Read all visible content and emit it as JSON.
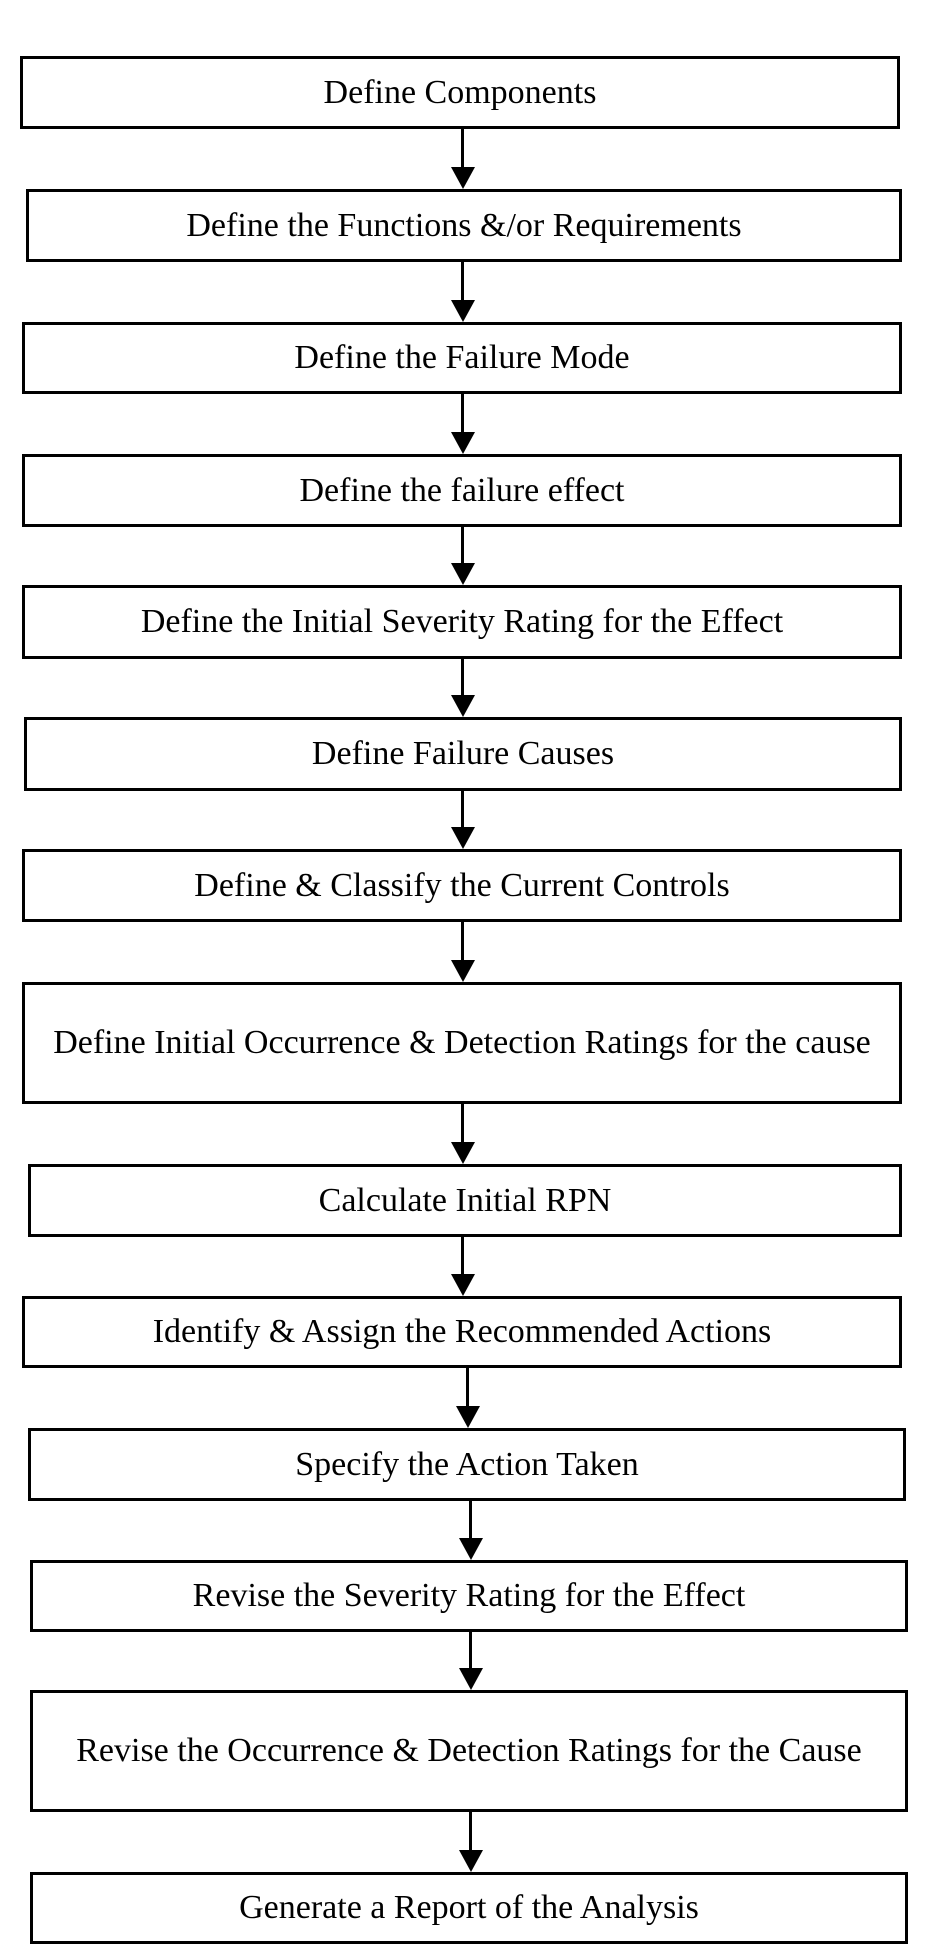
{
  "steps": [
    {
      "label": "Define Components"
    },
    {
      "label": "Define the Functions &/or Requirements"
    },
    {
      "label": "Define the Failure Mode"
    },
    {
      "label": "Define the failure effect"
    },
    {
      "label": "Define the Initial Severity Rating for the Effect"
    },
    {
      "label": "Define Failure Causes"
    },
    {
      "label": "Define & Classify the Current Controls"
    },
    {
      "label": "Define Initial Occurrence & Detection Ratings for the cause"
    },
    {
      "label": "Calculate Initial RPN"
    },
    {
      "label": "Identify & Assign the Recommended Actions"
    },
    {
      "label": "Specify the Action Taken"
    },
    {
      "label": "Revise the Severity Rating for the Effect"
    },
    {
      "label": "Revise the Occurrence & Detection Ratings for the Cause"
    },
    {
      "label": "Generate a Report of the Analysis"
    }
  ]
}
